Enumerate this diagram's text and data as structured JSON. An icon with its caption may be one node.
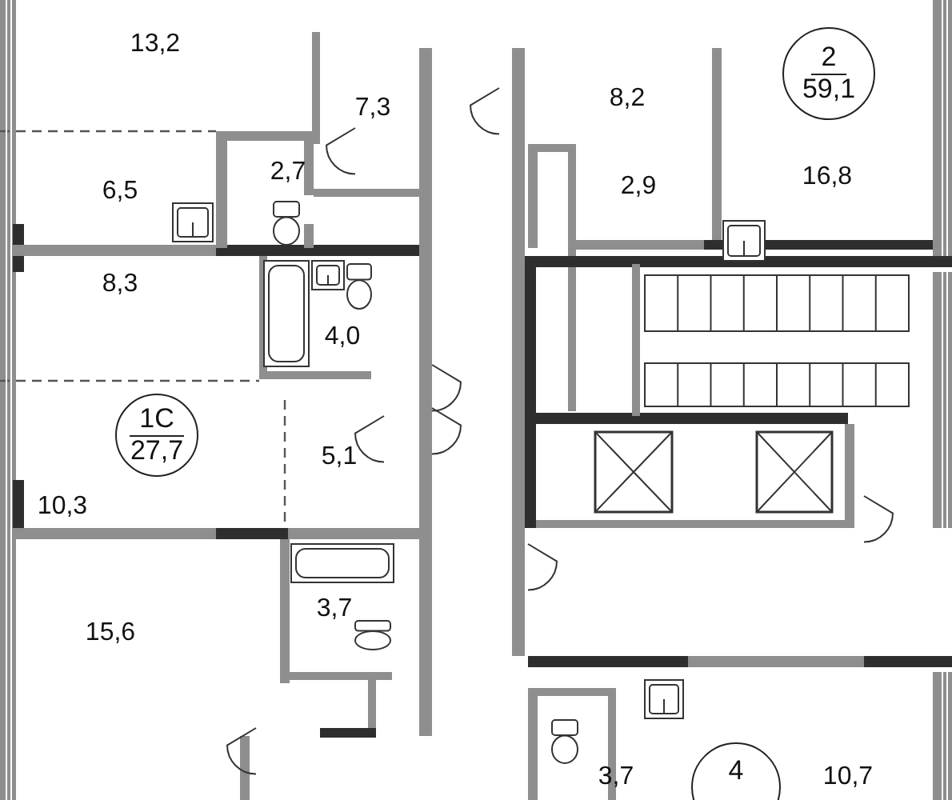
{
  "diagram": {
    "nodes": [
      {
        "text": [
          "2",
          "59,1"
        ]
      },
      {
        "text": [
          "1С",
          "27,7"
        ]
      },
      {
        "text": [
          "4"
        ]
      }
    ],
    "labels": [
      "13,2",
      "7,3",
      "8,2",
      "2,7",
      "6,5",
      "2,9",
      "16,8",
      "8,3",
      "4,0",
      "5,1",
      "10,3",
      "15,6",
      "3,7",
      "3,7",
      "10,7"
    ]
  }
}
